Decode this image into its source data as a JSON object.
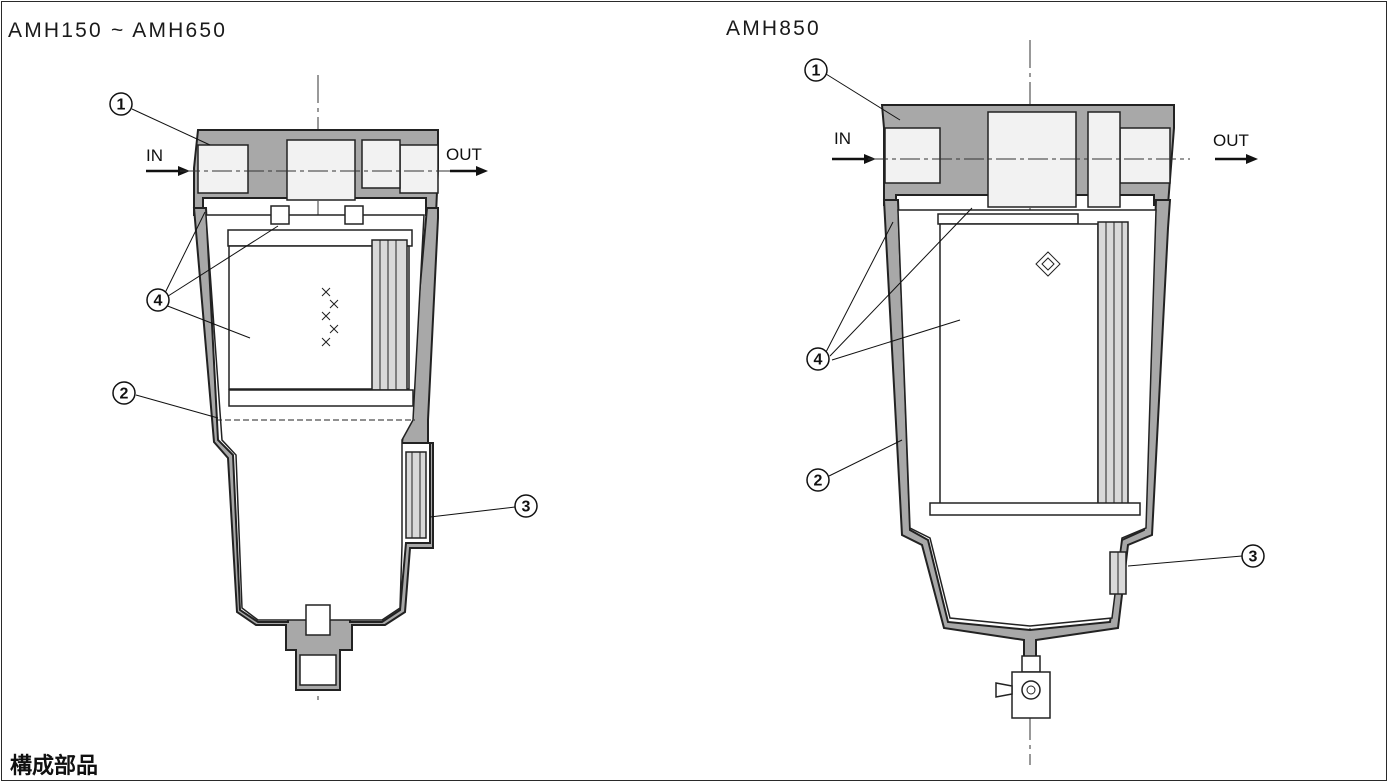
{
  "titles": {
    "left": "AMH150 ~ AMH650",
    "right": "AMH850"
  },
  "labels": {
    "in": "IN",
    "out": "OUT"
  },
  "callouts": {
    "one": "1",
    "two": "2",
    "three": "3",
    "four": "4"
  },
  "footer": {
    "heading": "構成部品"
  },
  "colors": {
    "casing": "#a8a8a8",
    "line": "#222222",
    "element": "#d9d9d9"
  }
}
